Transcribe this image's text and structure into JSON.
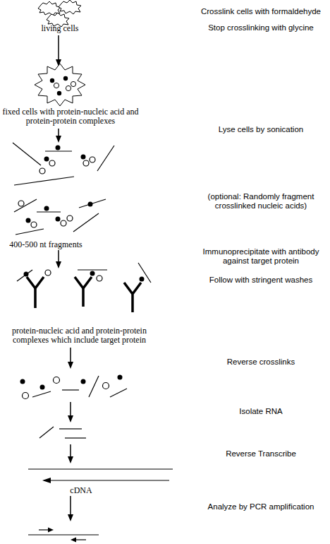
{
  "diagram": {
    "labels": [
      "living cells",
      "Crosslink cells with formaldehyde",
      "Stop crosslinking with glycine",
      "fixed cells with protein-nucleic acid and protein-protein complexes",
      "Lyse cells by sonication",
      "(optional: Randomly fragment crosslinked nucleic acids)",
      "400-500 nt fragments",
      "Immunoprecipitate with antibody against target protein",
      "Follow with stringent washes",
      "protein-nucleic acid and protein-protein complexes which include target protein",
      "Reverse crosslinks",
      "Isolate RNA",
      "Reverse Transcribe",
      "cDNA",
      "Analyze by PCR amplification"
    ]
  }
}
